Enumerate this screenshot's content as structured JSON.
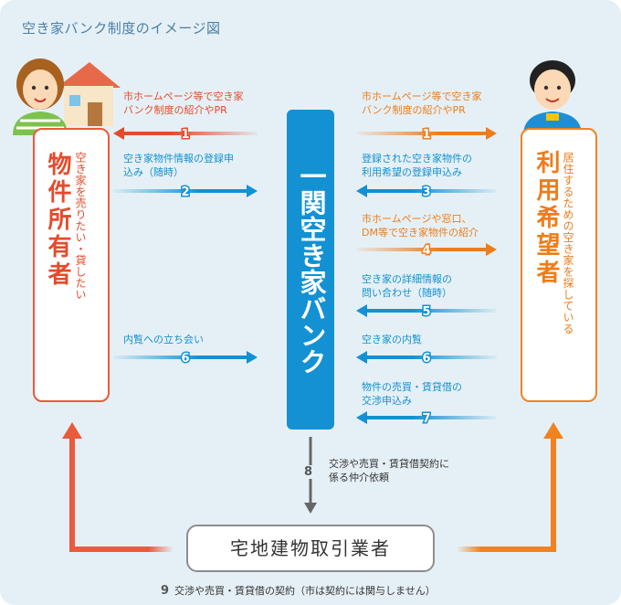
{
  "title": "空き家バンク制度のイメージ図",
  "owner": {
    "label": "物件所有者",
    "description": "空き家を売りたい・貸したい"
  },
  "user": {
    "label": "利用希望者",
    "description": "居住するための空き家を探している"
  },
  "bank": {
    "label": "一関空き家バンク"
  },
  "agent": {
    "label": "宅地建物取引業者"
  },
  "flows_left": [
    {
      "number": "1",
      "line1": "市ホームページ等で空き家",
      "line2": "バンク制度の紹介やPR"
    },
    {
      "number": "2",
      "line1": "空き家物件情報の登録申",
      "line2": "込み（随時）"
    },
    {
      "number": "6",
      "line1": "内覧への立ち会い",
      "line2": ""
    }
  ],
  "flows_right": [
    {
      "number": "1",
      "line1": "市ホームページ等で空き家",
      "line2": "バンク制度の紹介やPR"
    },
    {
      "number": "3",
      "line1": "登録された空き家物件の",
      "line2": "利用希望の登録申込み"
    },
    {
      "number": "4",
      "line1": "市ホームページや窓口、",
      "line2": "DM等で空き家物件の紹介"
    },
    {
      "number": "5",
      "line1": "空き家の詳細情報の",
      "line2": "問い合わせ（随時）"
    },
    {
      "number": "6",
      "line1": "空き家の内覧",
      "line2": ""
    },
    {
      "number": "7",
      "line1": "物件の売買・賃貸借の",
      "line2": "交渉申込み"
    }
  ],
  "flow8": {
    "number": "8",
    "line1": "交渉や売買・賃貸借契約に",
    "line2": "係る仲介依頼"
  },
  "flow9": {
    "number": "9",
    "text": "交渉や売買・賃貸借の契約（市は契約には関与しません）"
  },
  "colors": {
    "background": "#e5f0f6",
    "owner": "#e64a2b",
    "user": "#ee7c1b",
    "bank": "#1391d3",
    "agent_border": "#8d8d8d",
    "arrow_down": "#666666"
  }
}
